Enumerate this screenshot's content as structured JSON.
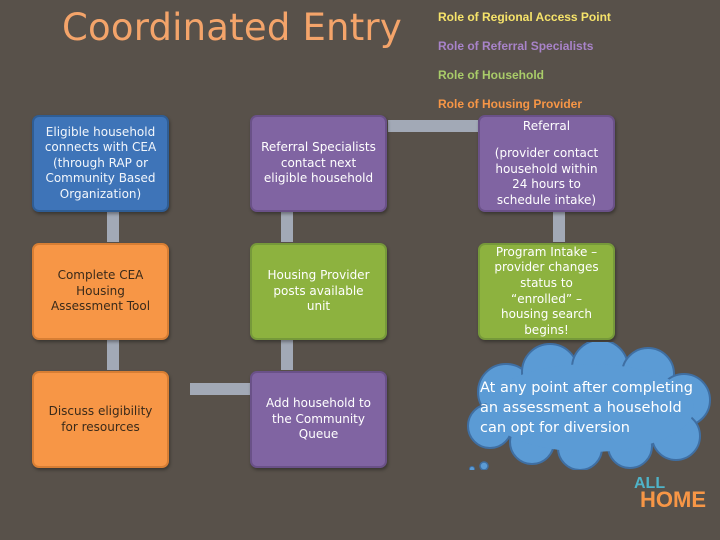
{
  "title": "Coordinated Entry",
  "legend": [
    {
      "label": "Role of Regional Access Point",
      "color": "#f6e36a"
    },
    {
      "label": "Role of Referral Specialists",
      "color": "#a883c9"
    },
    {
      "label": "Role of Household",
      "color": "#a9cc69"
    },
    {
      "label": "Role of Housing Provider",
      "color": "#f79646"
    }
  ],
  "steps": {
    "eligible": "Eligible household connects with CEA (through RAP or Community Based Organization)",
    "assessment": "Complete CEA Housing Assessment Tool",
    "discuss": "Discuss eligibility for resources",
    "queue": "Add household to the Community Queue",
    "posts": "Housing Provider posts available unit",
    "contact": "Referral Specialists contact next eligible household",
    "referral_title": "Referral",
    "referral_detail": "(provider contact household within 24 hours to schedule intake)",
    "intake": "Program Intake – provider changes status to “enrolled” – housing search begins!"
  },
  "diversion_note": "At any point after completing an assessment a household can opt for diversion",
  "logo": {
    "text_all": "ALL",
    "text_home": "HOME",
    "colors": [
      "#4fb3c8",
      "#f79646"
    ]
  }
}
